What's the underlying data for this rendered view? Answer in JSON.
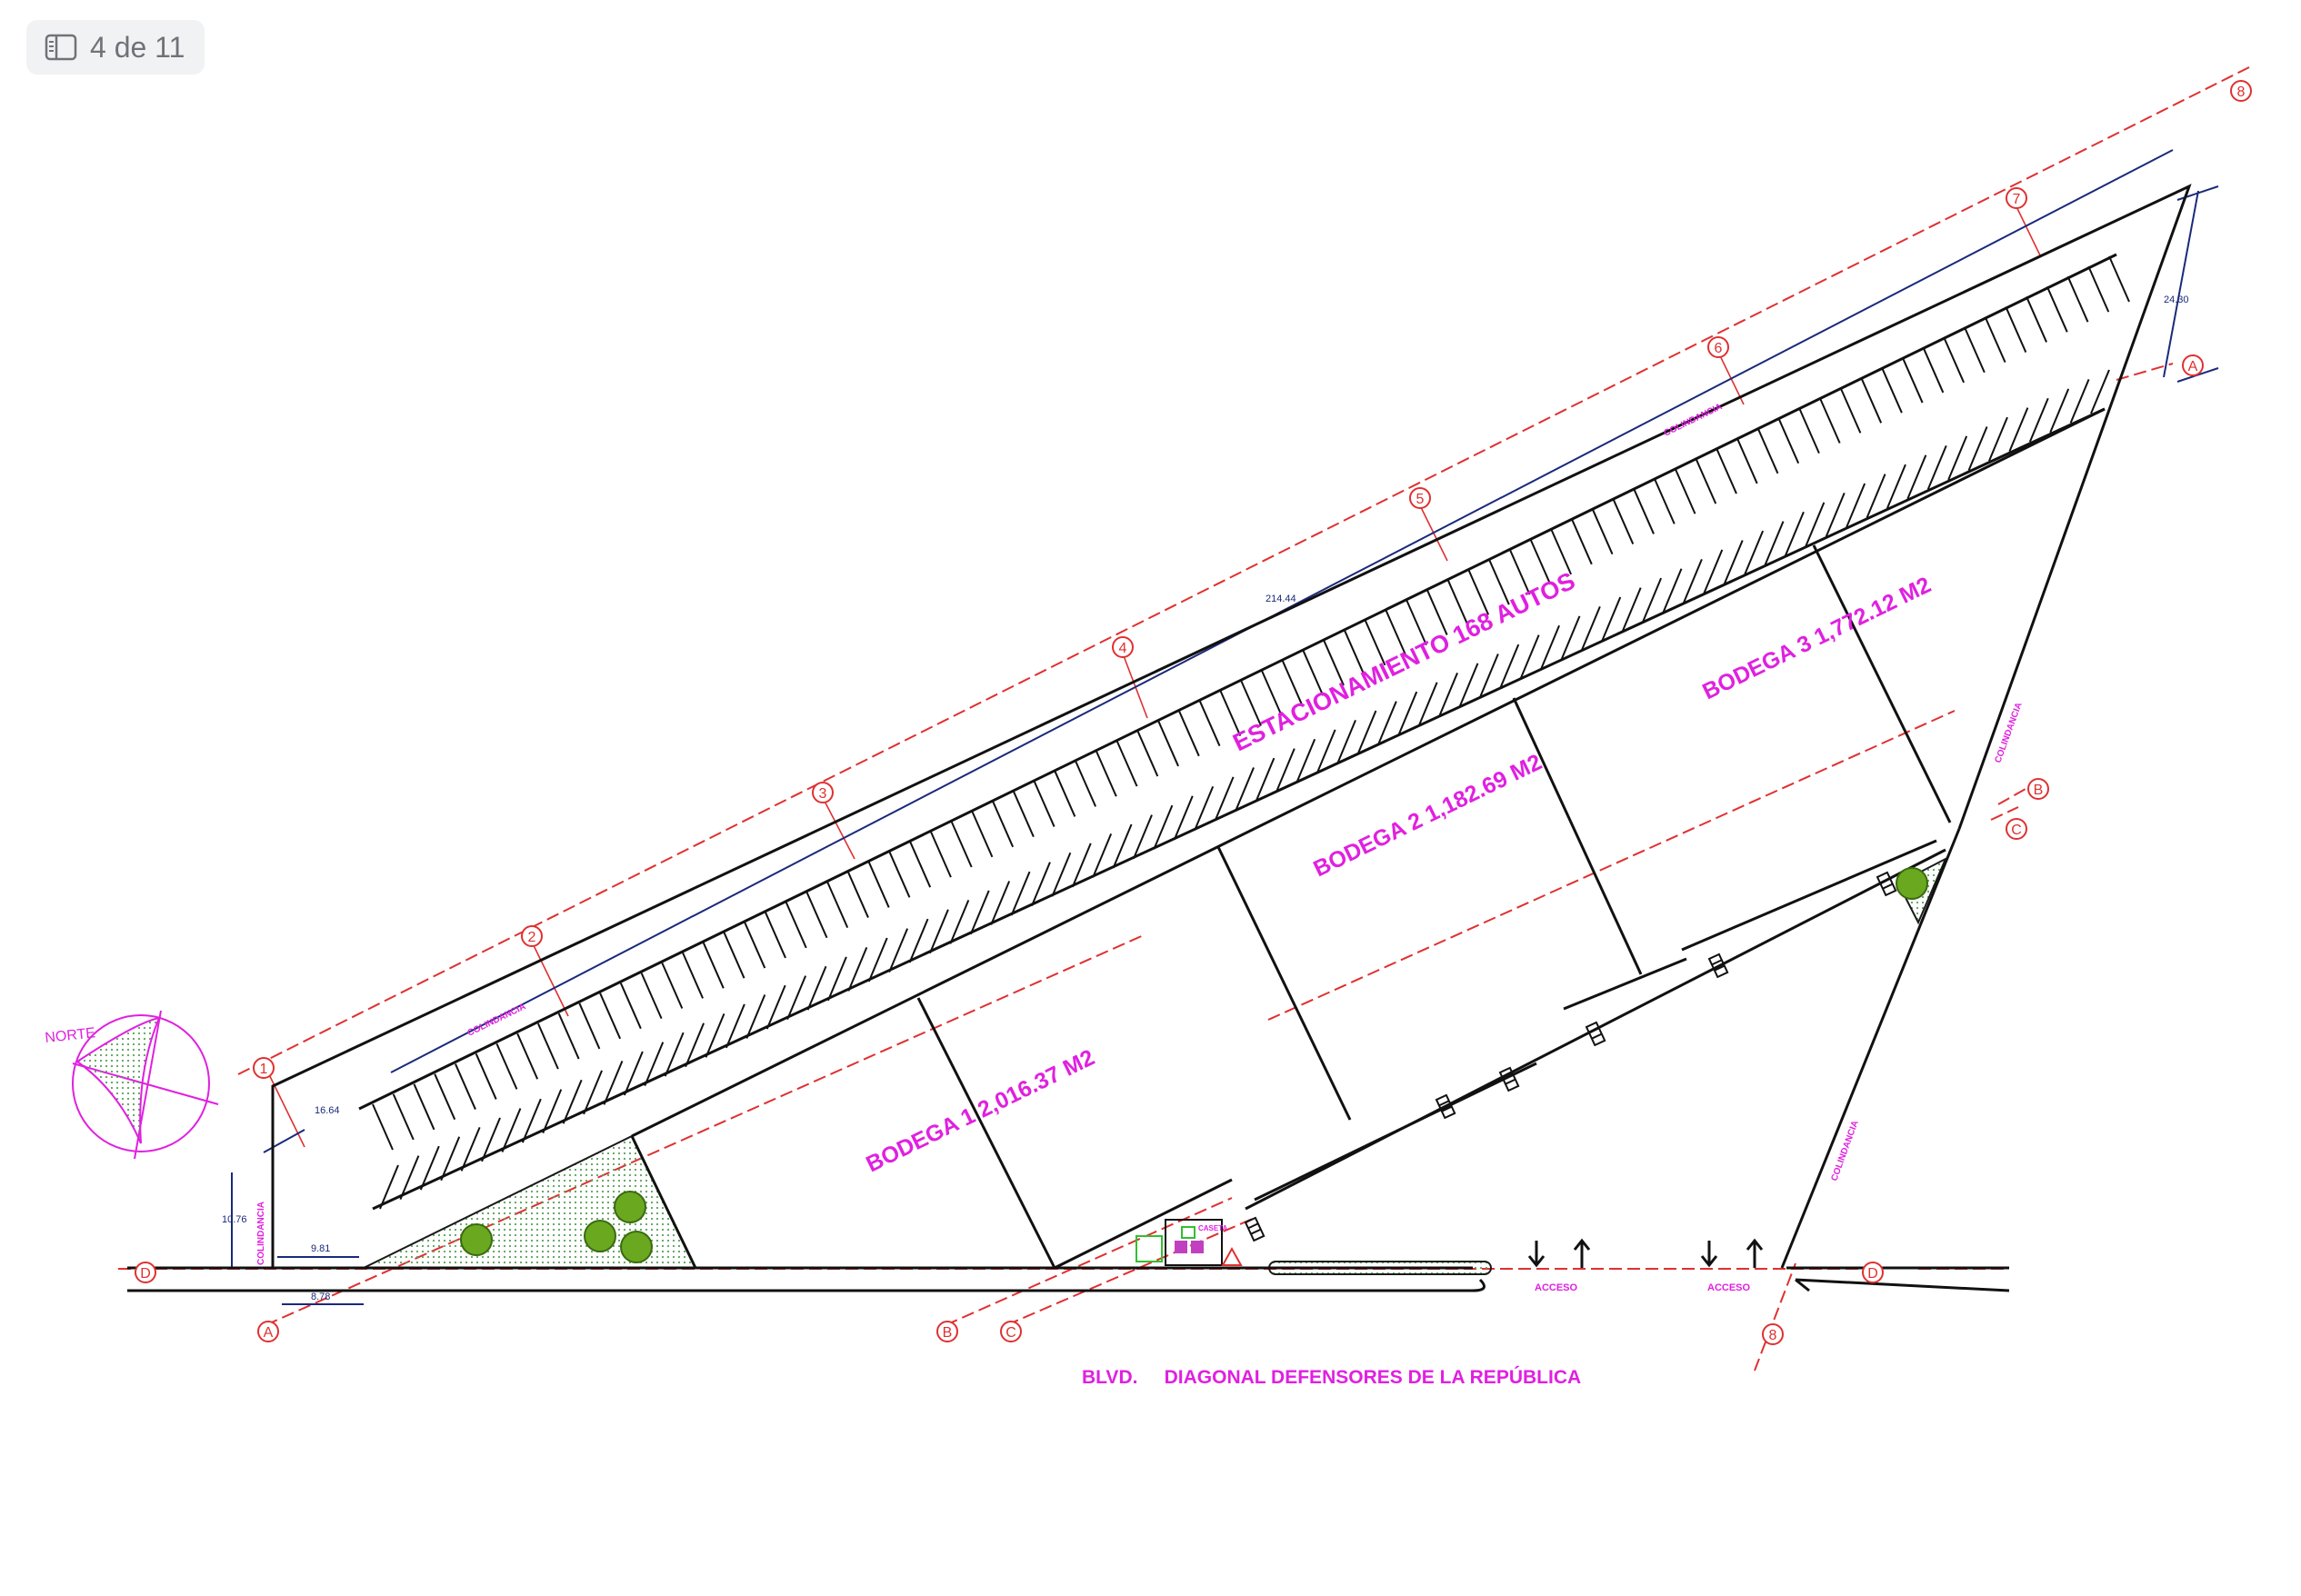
{
  "viewer": {
    "page_indicator": "4 de 11",
    "sidebar_icon": "sidebar-icon"
  },
  "plan": {
    "parking_label": "ESTACIONAMIENTO 168 AUTOS",
    "bodega1": "BODEGA 1  2,016.37 M2",
    "bodega2": "BODEGA 2  1,182.69 M2",
    "bodega3": "BODEGA 3  1,772.12 M2",
    "street": "BLVD.     DIAGONAL DEFENSORES DE LA REPÚBLICA",
    "access_1": "ACCESO",
    "access_2": "ACCESO",
    "caseta": "CASETA",
    "north": "NORTE",
    "colindancia": "COLINDANCIA",
    "dimensions": {
      "length_total": "214.44",
      "right_width": "24.30",
      "left_width": "16.64",
      "left_height": "10.76",
      "bottom_gap": "9.81",
      "bottom_entry": "8.78"
    },
    "grid_numbers": [
      "1",
      "2",
      "3",
      "4",
      "5",
      "6",
      "7",
      "8",
      "8"
    ],
    "grid_letters": [
      "A",
      "A",
      "B",
      "B",
      "C",
      "C",
      "D",
      "D"
    ],
    "colors": {
      "label": "#e020e0",
      "grid": "#e03030",
      "dimension": "#1a2a7a",
      "green": "#3a8a3a"
    }
  }
}
